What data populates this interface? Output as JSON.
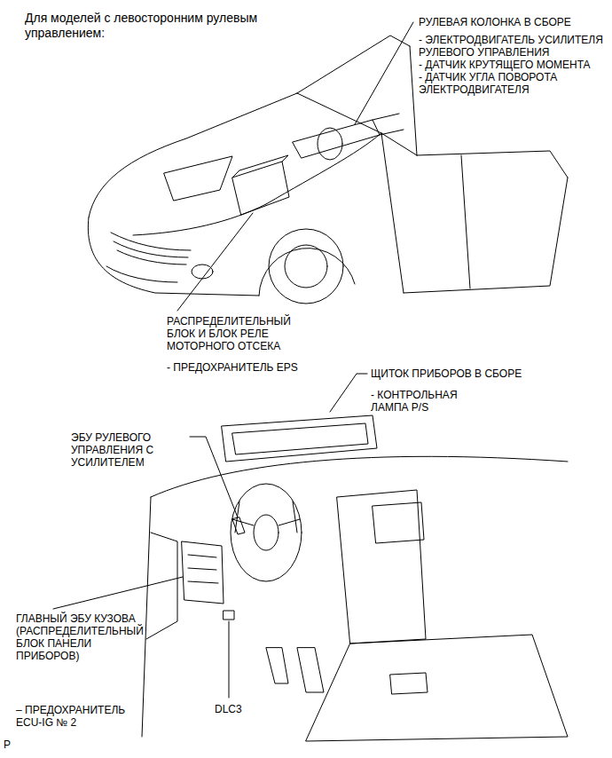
{
  "diagram": {
    "title": "Для моделей с левосторонним рулевым управлением:",
    "labels": [
      "РУЛЕВАЯ КОЛОНКА В СБОРЕ",
      "- ЭЛЕКТРОДВИГАТЕЛЬ УСИЛИТЕЛЯ РУЛЕВОГО УПРАВЛЕНИЯ",
      "- ДАТЧИК КРУТЯЩЕГО МОМЕНТА",
      "- ДАТЧИК УГЛА ПОВОРОТА ЭЛЕКТРОДВИГАТЕЛЯ",
      "РАСПРЕДЕЛИТЕЛЬНЫЙ БЛОК И БЛОК РЕЛЕ МОТОРНОГО ОТСЕКА",
      "- ПРЕДОХРАНИТЕЛЬ EPS",
      "ЩИТОК ПРИБОРОВ В СБОРЕ",
      "- КОНТРОЛЬНАЯ ЛАМПА P/S",
      "ЭБУ РУЛЕВОГО УПРАВЛЕНИЯ С УСИЛИТЕЛЕМ",
      "ГЛАВНЫЙ ЭБУ КУЗОВА (РАСПРЕДЕЛИТЕЛЬНЫЙ БЛОК ПАНЕЛИ ПРИБОРОВ)",
      "DLC3",
      "– ПРЕДОХРАНИТЕЛЬ ECU-IG № 2",
      "P"
    ]
  }
}
